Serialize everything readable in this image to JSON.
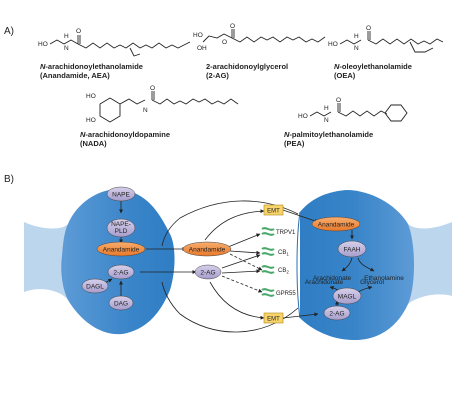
{
  "panel_a": {
    "label": "A)",
    "compounds": [
      {
        "italic_prefix": "N",
        "name_rest": "-arachidonoylethanolamide",
        "abbrev": "(Anandamide, AEA)"
      },
      {
        "italic_prefix": "",
        "name_rest": "2-arachidonoylglycerol",
        "abbrev": "(2-AG)"
      },
      {
        "italic_prefix": "N",
        "name_rest": "-oleoylethanolamide",
        "abbrev": "(OEA)"
      },
      {
        "italic_prefix": "N",
        "name_rest": "-arachidonoyldopamine",
        "abbrev": "(NADA)"
      },
      {
        "italic_prefix": "N",
        "name_rest": "-palmitoylethanolamide",
        "abbrev": "(PEA)"
      }
    ],
    "atoms": {
      "ho": "HO",
      "h": "H",
      "n": "N",
      "o": "O",
      "oh": "OH"
    }
  },
  "panel_b": {
    "label": "B)",
    "pre_cell": {
      "nape": "NAPE",
      "nape_pld_1": "NAPE-",
      "nape_pld_2": "PLD",
      "anandamide": "Anandamide",
      "two_ag": "2-AG",
      "dagl": "DAGL",
      "dag": "DAG"
    },
    "middle": {
      "anandamide": "Anandamide",
      "two_ag": "2-AG",
      "emt_top": "EMT",
      "emt_bottom": "EMT"
    },
    "receptors": {
      "trpv1": "TRPV1",
      "cb1": "CB",
      "cb1_sub": "1",
      "cb2": "CB",
      "cb2_sub": "2",
      "gpr55": "GPR55"
    },
    "post_cell": {
      "anandamide": "Anandamide",
      "faah": "FAAH",
      "arachidonate_1": "Arachidonate",
      "ethanolamine": "Ethanolamine",
      "arachidonate_2": "Arachidonate",
      "glycerol": "Glycerol",
      "magl": "MAGL",
      "two_ag": "2-AG"
    }
  },
  "colors": {
    "cell_blue": "#2f7dc4",
    "enzyme_purple": "#b7aed6",
    "ligand_orange": "#f2893a",
    "transporter_yellow": "#f7d36b",
    "receptor_green": "#4aa86a"
  }
}
